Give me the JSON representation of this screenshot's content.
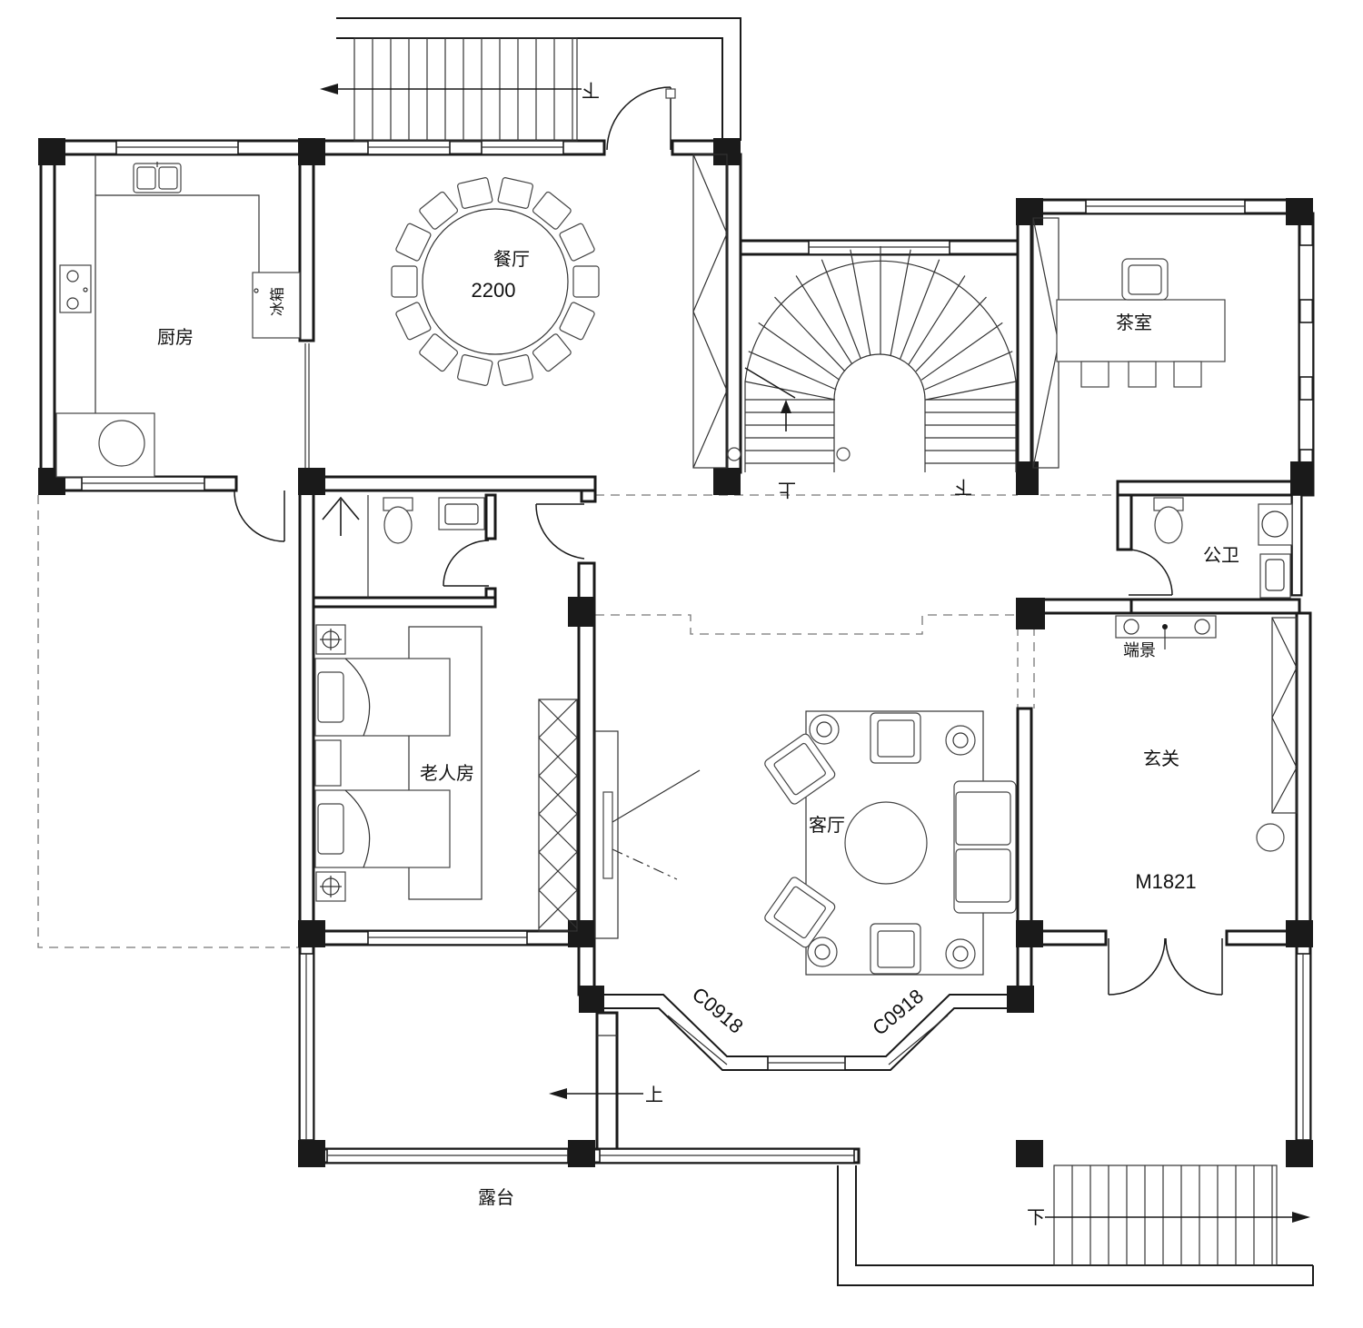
{
  "rooms": {
    "kitchen": "厨房",
    "fridge": "冰箱",
    "dining": "餐厅",
    "table_size": "2200",
    "tea_room": "茶室",
    "public_wc": "公卫",
    "display": "端景",
    "foyer": "玄关",
    "entrance_door": "M1821",
    "elder_room": "老人房",
    "living": "客厅",
    "window_left": "C0918",
    "window_right": "C0918",
    "terrace": "露台"
  },
  "stairs": {
    "up": "上",
    "down": "下"
  },
  "icons": [
    "sink-icon",
    "stove-icon",
    "toilet-icon",
    "bed-icon",
    "sofa-icon",
    "armchair-icon",
    "lamp-icon",
    "round-table-icon",
    "spiral-stair-icon"
  ]
}
